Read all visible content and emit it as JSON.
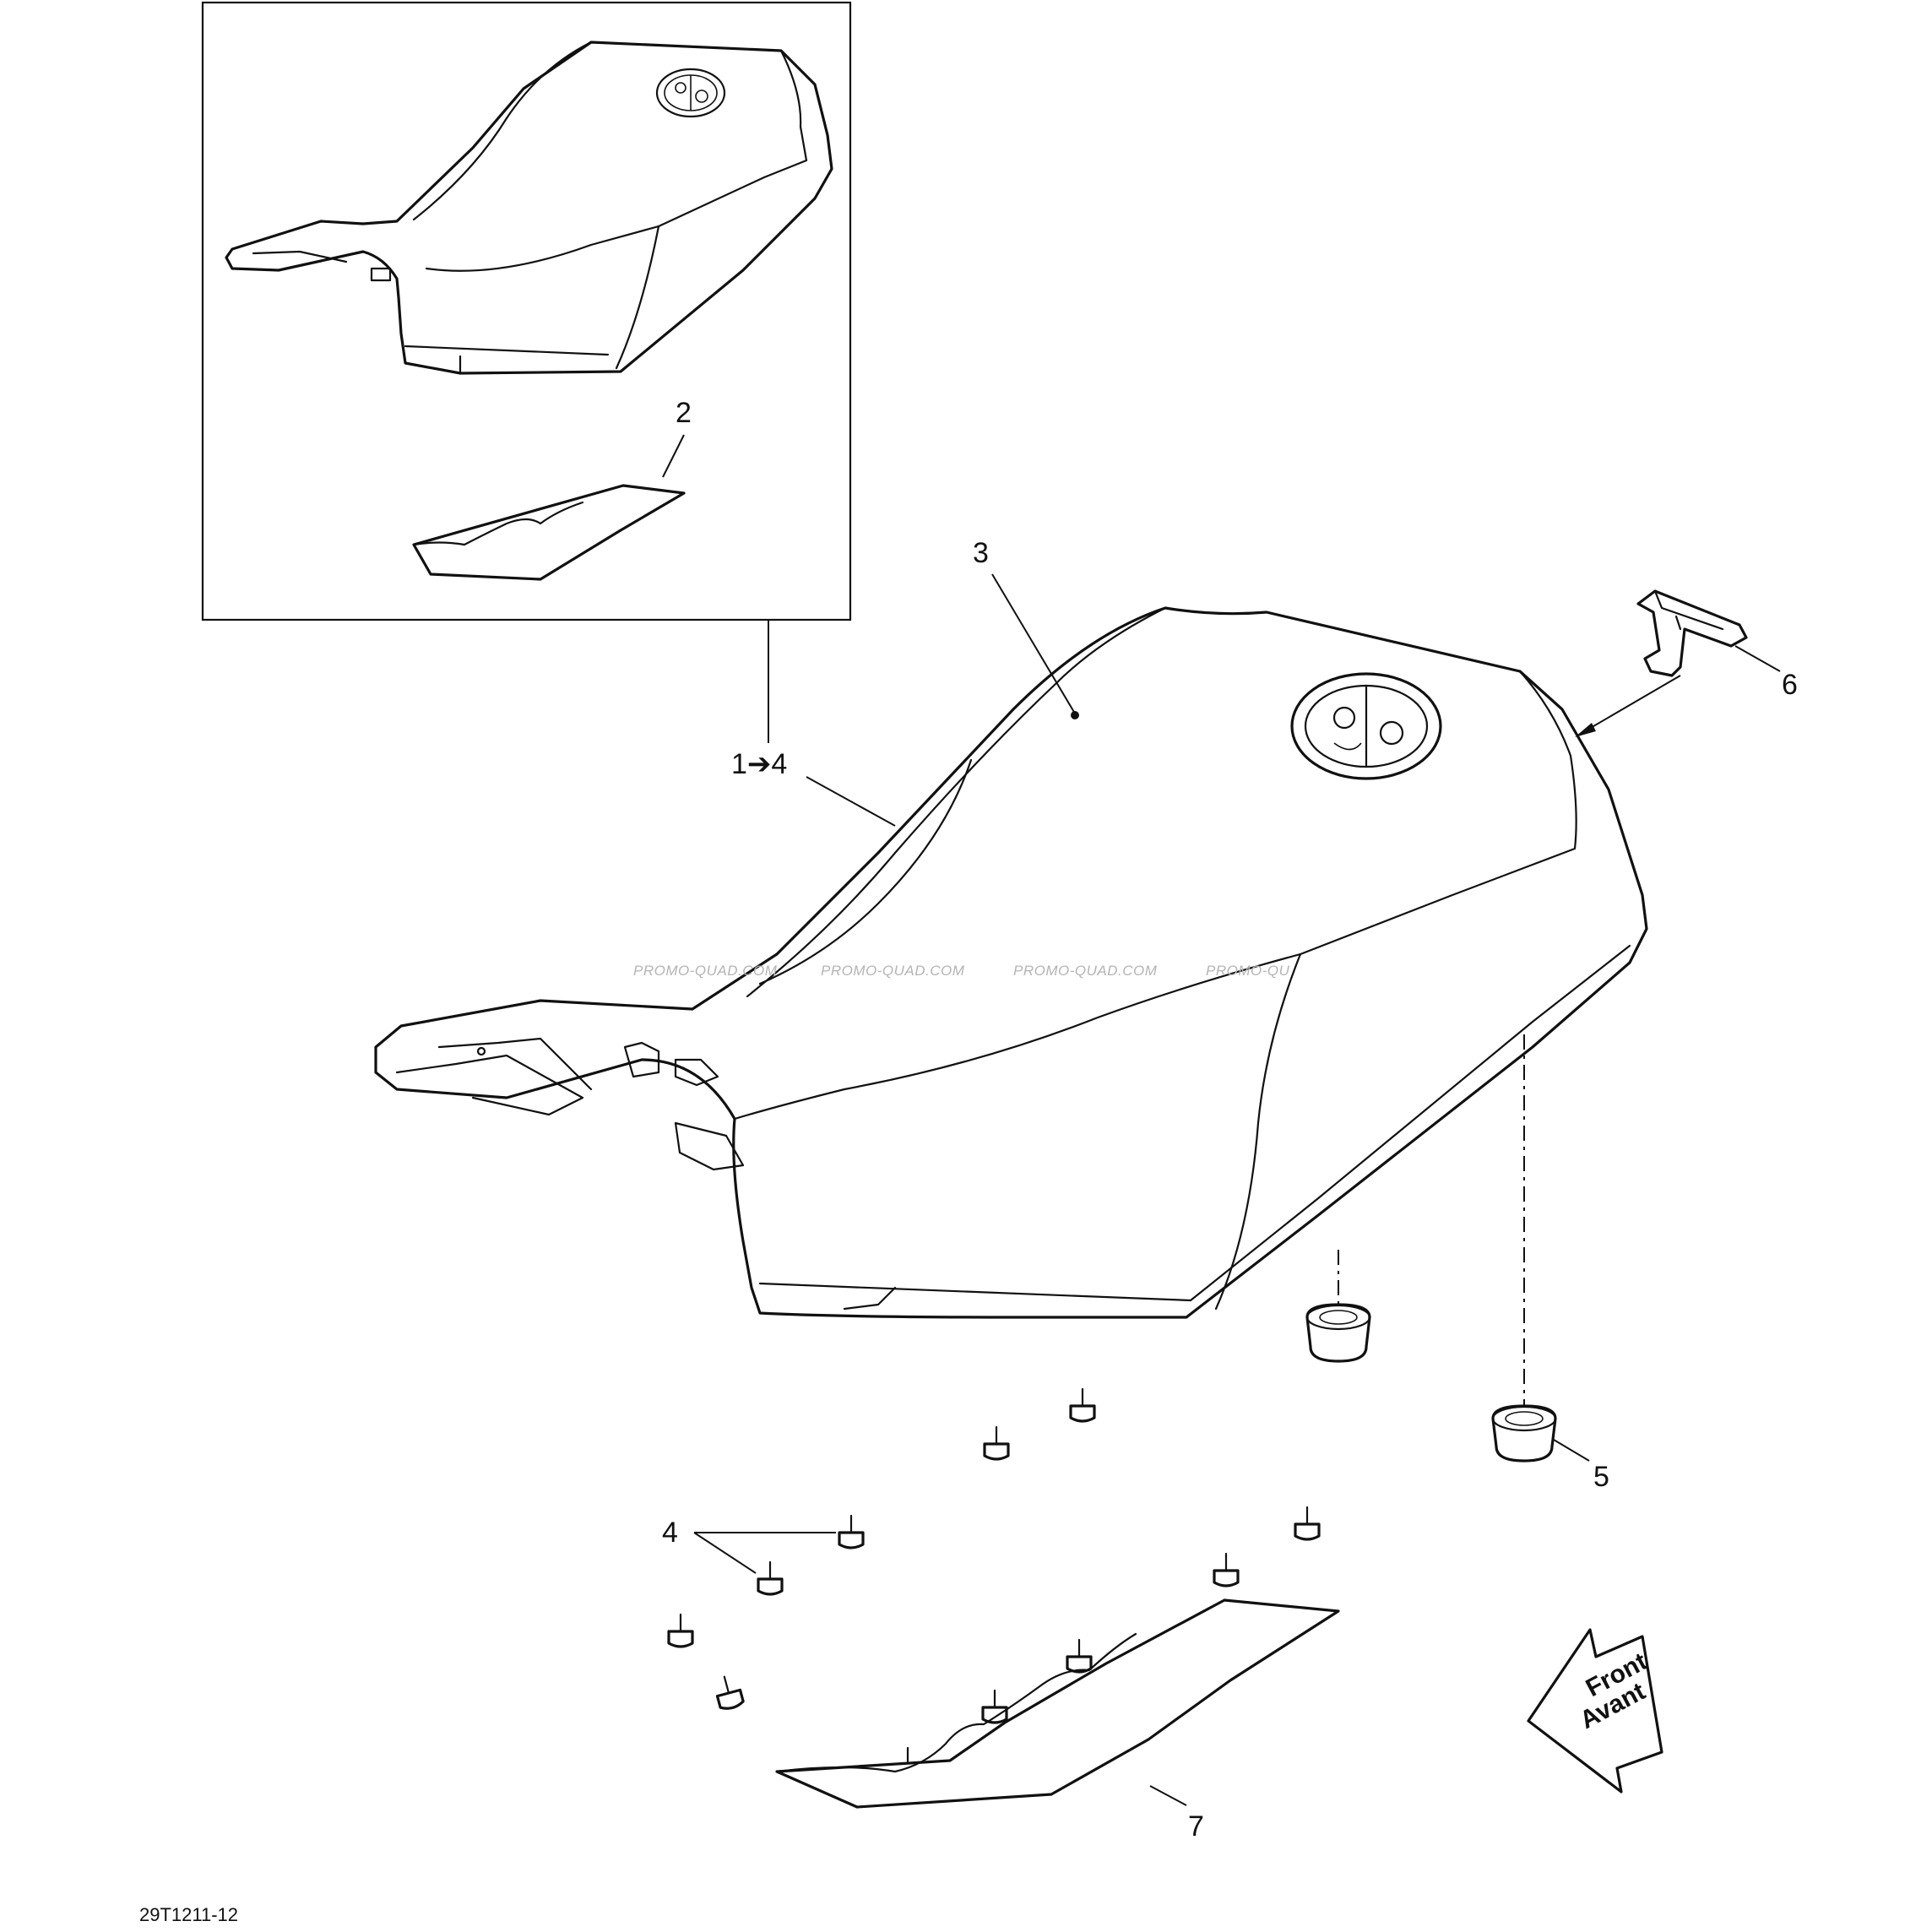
{
  "callouts": {
    "c1_4": "1➔4",
    "c2": "2",
    "c3": "3",
    "c4": "4",
    "c5": "5",
    "c6": "6",
    "c7": "7"
  },
  "watermark": [
    "PROMO-QUAD.COM",
    "PROMO-QUAD.COM",
    "PROMO-QUAD.COM",
    "PROMO-QU"
  ],
  "direction_arrow": {
    "line1": "Front",
    "line2": "Avant"
  },
  "figure_code": "29T1211-12",
  "icons": {
    "logo": "seat-logo-emblem",
    "direction": "front-arrow-icon"
  }
}
